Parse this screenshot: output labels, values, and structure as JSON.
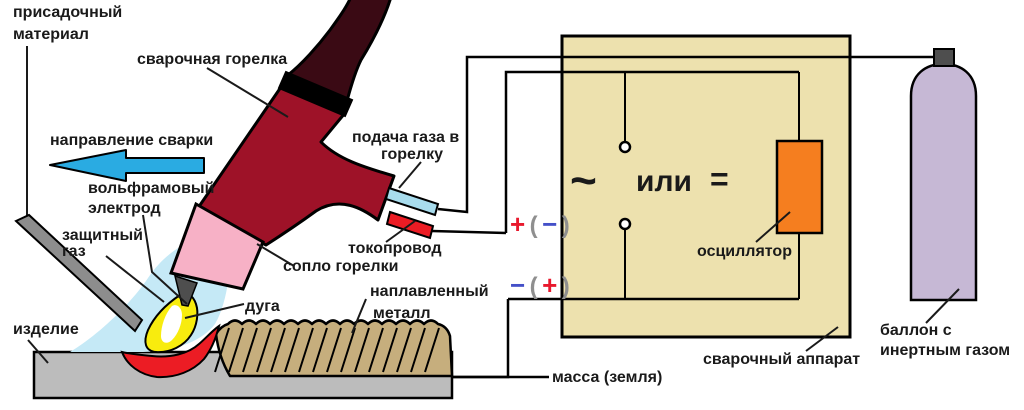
{
  "labels": {
    "filler_material": {
      "line1": "присадочный",
      "line2": "материал"
    },
    "welding_torch": "сварочная горелка",
    "welding_direction": "направление сварки",
    "tungsten_electrode": {
      "line1": "вольфрамовый",
      "line2": "электрод"
    },
    "shielding_gas": {
      "line1": "защитный",
      "line2": "газ"
    },
    "workpiece": "изделие",
    "arc": "дуга",
    "torch_nozzle": "сопло горелки",
    "current_lead": "токопровод",
    "gas_supply": {
      "line1": "подача газа в",
      "line2": "горелку"
    },
    "deposited_metal": {
      "line1": "наплавленный",
      "line2": "металл"
    },
    "ground": "масса (земля)",
    "welding_apparatus": "сварочный аппарат",
    "oscillator": "осциллятор",
    "gas_cylinder": {
      "line1": "баллон с",
      "line2": "инертным газом"
    },
    "power_source": {
      "ac": "~",
      "or": "или",
      "dc": "="
    },
    "polarity_top": {
      "sign": "+",
      "open": "(",
      "alt": "−",
      "close": ")"
    },
    "polarity_bottom": {
      "sign": "−",
      "open": "(",
      "alt": "+",
      "close": ")"
    }
  },
  "colors": {
    "torch_body": "#9e1228",
    "torch_handle": "#3a0a14",
    "band_black": "#000000",
    "nozzle_pink": "#f7b1c6",
    "tube_blue": "#a8dced",
    "signal_red": "#ec1c24",
    "gas_cloud": "#c5e9f6",
    "arc_yellow": "#f8ec0e",
    "arc_core": "#ffffff",
    "bead_tan": "#c6ae7d",
    "workpiece_gray": "#bcbcbc",
    "rod_gray": "#8d8d8d",
    "box_fill": "#ede1ae",
    "oscillator_orange": "#f57e1f",
    "cylinder_lavender": "#c6b8d5",
    "valve_gray": "#4e4e4e",
    "electrode_gray": "#4e4e4e",
    "arrow_blue": "#2aabe2",
    "plus_red": "#e8192d",
    "minus_blue": "#4450c8",
    "paren_gray": "#8f8f8f"
  }
}
